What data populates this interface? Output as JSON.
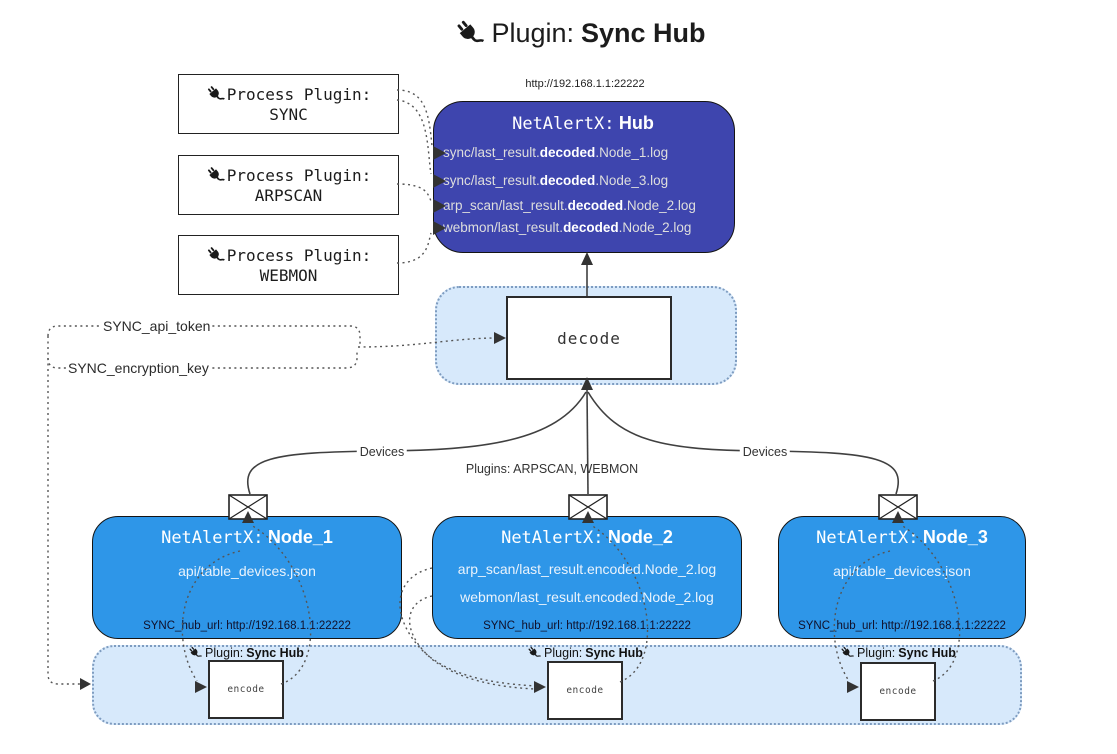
{
  "title": {
    "prefix": "Plugin:",
    "name": "Sync Hub"
  },
  "hub": {
    "url": "http://192.168.1.1:22222",
    "title_prefix": "NetAlertX:",
    "title_name": "Hub",
    "files": [
      {
        "pre": "sync/last_result.",
        "bold": "decoded",
        "post": ".Node_1.log"
      },
      {
        "pre": "sync/last_result.",
        "bold": "decoded",
        "post": ".Node_3.log"
      },
      {
        "pre": "arp_scan/last_result.",
        "bold": "decoded",
        "post": ".Node_2.log"
      },
      {
        "pre": "webmon/last_result.",
        "bold": "decoded",
        "post": ".Node_2.log"
      }
    ]
  },
  "process_plugins": [
    {
      "label": "Process Plugin:",
      "name": "SYNC"
    },
    {
      "label": "Process Plugin:",
      "name": "ARPSCAN"
    },
    {
      "label": "Process Plugin:",
      "name": "WEBMON"
    }
  ],
  "decode_box": {
    "label": "decode"
  },
  "settings": {
    "api_token": "SYNC_api_token",
    "encryption_key": "SYNC_encryption_key"
  },
  "edge_labels": {
    "devices_left": "Devices",
    "plugins_middle": "Plugins: ARPSCAN, WEBMON",
    "devices_right": "Devices"
  },
  "nodes": [
    {
      "title_prefix": "NetAlertX:",
      "title_name": "Node_1",
      "files": [
        "api/table_devices.json"
      ],
      "hub_url": "SYNC_hub_url: http://192.168.1.1:22222"
    },
    {
      "title_prefix": "NetAlertX:",
      "title_name": "Node_2",
      "files": [
        "arp_scan/last_result.encoded.Node_2.log",
        "webmon/last_result.encoded.Node_2.log"
      ],
      "hub_url": "SYNC_hub_url: http://192.168.1.1:22222"
    },
    {
      "title_prefix": "NetAlertX:",
      "title_name": "Node_3",
      "files": [
        "api/table_devices.json"
      ],
      "hub_url": "SYNC_hub_url: http://192.168.1.1:22222"
    }
  ],
  "encode_groups": [
    {
      "label_prefix": "Plugin:",
      "label_name": "Sync Hub",
      "box_label": "encode"
    },
    {
      "label_prefix": "Plugin:",
      "label_name": "Sync Hub",
      "box_label": "encode"
    },
    {
      "label_prefix": "Plugin:",
      "label_name": "Sync Hub",
      "box_label": "encode"
    }
  ],
  "colors": {
    "hub_bg": "#3e45ae",
    "node_bg": "#2e96e8",
    "panel_bg": "#d7e9fb",
    "panel_border": "#7e9cc0",
    "line": "#404040"
  }
}
